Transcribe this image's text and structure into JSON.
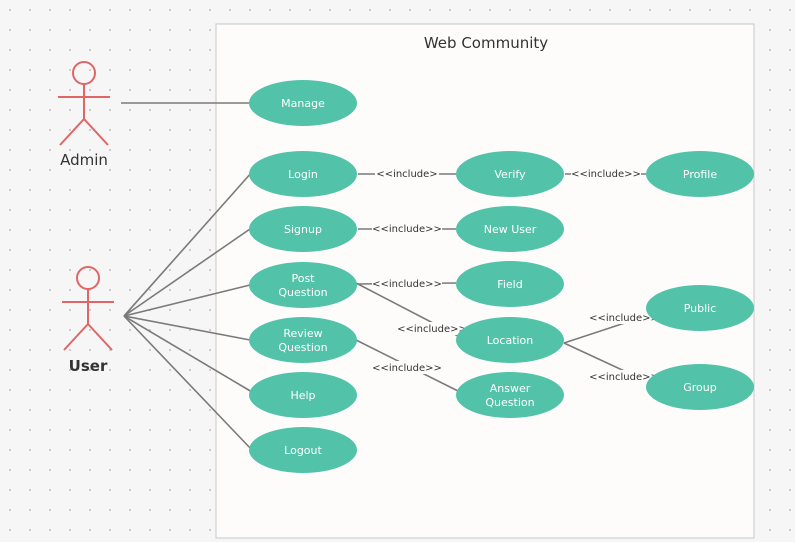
{
  "system": {
    "title": "Web Community"
  },
  "colors": {
    "usecase": "#52c2a8",
    "actor": "#e06666",
    "line": "#7a7a7a",
    "boundary_fill": "#fdfcfb",
    "boundary_stroke": "#c8c8c8"
  },
  "actors": [
    {
      "id": "admin",
      "name": "Admin"
    },
    {
      "id": "user",
      "name": "User"
    }
  ],
  "usecases": [
    {
      "id": "manage",
      "label": [
        "Manage"
      ]
    },
    {
      "id": "login",
      "label": [
        "Login"
      ]
    },
    {
      "id": "signup",
      "label": [
        "Signup"
      ]
    },
    {
      "id": "post",
      "label": [
        "Post",
        "Question"
      ]
    },
    {
      "id": "review",
      "label": [
        "Review",
        "Question"
      ]
    },
    {
      "id": "help",
      "label": [
        "Help"
      ]
    },
    {
      "id": "logout",
      "label": [
        "Logout"
      ]
    },
    {
      "id": "verify",
      "label": [
        "Verify"
      ]
    },
    {
      "id": "newuser",
      "label": [
        "New User"
      ]
    },
    {
      "id": "field",
      "label": [
        "Field"
      ]
    },
    {
      "id": "location",
      "label": [
        "Location"
      ]
    },
    {
      "id": "answer",
      "label": [
        "Answer",
        "Question"
      ]
    },
    {
      "id": "profile",
      "label": [
        "Profile"
      ]
    },
    {
      "id": "public",
      "label": [
        "Public"
      ]
    },
    {
      "id": "group",
      "label": [
        "Group"
      ]
    }
  ],
  "associations": [
    {
      "from": "admin",
      "to": "manage"
    },
    {
      "from": "user",
      "to": "login"
    },
    {
      "from": "user",
      "to": "signup"
    },
    {
      "from": "user",
      "to": "post"
    },
    {
      "from": "user",
      "to": "review"
    },
    {
      "from": "user",
      "to": "help"
    },
    {
      "from": "user",
      "to": "logout"
    }
  ],
  "relations": [
    {
      "from": "login",
      "to": "verify",
      "label": "<<include>"
    },
    {
      "from": "verify",
      "to": "profile",
      "label": "<<include>>"
    },
    {
      "from": "signup",
      "to": "newuser",
      "label": "<<include>>"
    },
    {
      "from": "post",
      "to": "field",
      "label": "<<include>>"
    },
    {
      "from": "post",
      "to": "location",
      "label": "<<include>>"
    },
    {
      "from": "review",
      "to": "answer",
      "label": "<<include>>"
    },
    {
      "from": "location",
      "to": "public",
      "label": "<<include>>"
    },
    {
      "from": "location",
      "to": "group",
      "label": "<<include>>"
    }
  ]
}
